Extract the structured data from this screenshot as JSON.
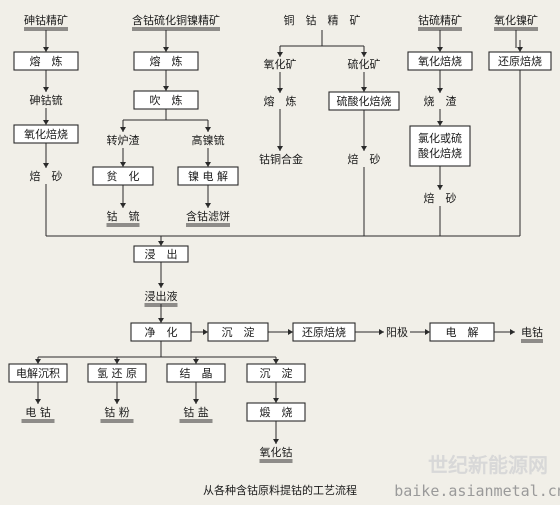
{
  "nodes": {
    "ore_arsenic": "砷钴精矿",
    "smelt1": "熔　炼",
    "matte_arsenic": "砷钴锍",
    "roast_ox1": "氧化焙烧",
    "calcine1": "焙　砂",
    "ore_cu": "含钴硫化铜镍精矿",
    "smelt2": "熔　炼",
    "blow": "吹　炼",
    "converter_slag": "转炉渣",
    "high_ni_matte": "高镍锍",
    "impoverish": "贫　化",
    "ni_electrolysis": "镍 电 解",
    "co_matte": "钴　锍",
    "co_filter_cake": "含钴滤饼",
    "ore_cuco": "铜　钴　精　矿",
    "oxide_ore": "氧化矿",
    "sulfide_ore": "硫化矿",
    "smelt3": "熔　炼",
    "sulfate_roast": "硫酸化焙烧",
    "coco_alloy": "钴铜合金",
    "calcine2": "焙　砂",
    "ore_cos": "钴硫精矿",
    "roast_ox2": "氧化焙烧",
    "cinder": "烧　渣",
    "chlorinate": "氯化或硫酸化焙烧",
    "calcine3": "焙　砂",
    "ore_nio": "氧化镍矿",
    "reduce_roast": "还原焙烧",
    "leach_top": "浸　出",
    "leach": "浸　出",
    "leachate": "浸出液",
    "purify": "净　化",
    "precipitate": "沉　淀",
    "reduce_roast2": "还原焙烧",
    "anode": "阳极",
    "electrolysis": "电　解",
    "product_co1": "电钴",
    "electrowin": "电解沉积",
    "h2_reduce": "氢 还 原",
    "crystallize": "结　晶",
    "precipitate2": "沉　淀",
    "product_co2": "电 钴",
    "product_powder": "钴 粉",
    "product_salt": "钴 盐",
    "calcine_burn": "煅　烧",
    "product_oxide": "氧化钴"
  },
  "caption": "从各种含钴原料提钴的工艺流程",
  "watermark": {
    "cn": "世纪新能源网",
    "url": "baike.asianmetal.cn"
  }
}
